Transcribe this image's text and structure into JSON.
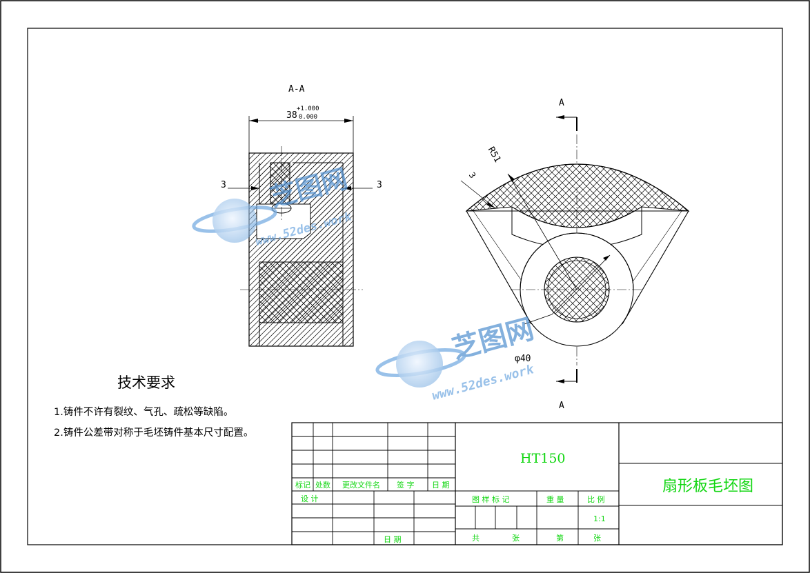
{
  "section": {
    "title": "A-A",
    "dim_width_base": "38",
    "dim_tol_upper": "+1.000",
    "dim_tol_lower": "0.000",
    "dim_left": "3",
    "dim_right": "3"
  },
  "sector": {
    "cut_label_top": "A",
    "cut_label_bottom": "A",
    "radius_label": "R51",
    "offset_label": "3",
    "diameter_label": "φ40"
  },
  "watermark": {
    "brand": "芝图网",
    "url": "www.52des.work"
  },
  "tech_req": {
    "title": "技术要求",
    "items": [
      "1.铸件不许有裂纹、气孔、疏松等缺陷。",
      "2.铸件公差带对称于毛坯铸件基本尺寸配置。"
    ]
  },
  "title_block": {
    "material": "HT150",
    "drawing_title": "扇形板毛坯图",
    "rev_headers": [
      "标记",
      "处数",
      "更改文件名",
      "签  字",
      "日 期"
    ],
    "design_label": "设  计",
    "date_label": "日  期",
    "stage_label": "图 样 标 记",
    "weight_label": "重  量",
    "scale_label": "比  例",
    "scale_value": "1:1",
    "total_label": "共",
    "sheet_unit": "张",
    "sheet_no_label": "第",
    "sheet_no_unit": "张"
  },
  "colors": {
    "line": "#000000",
    "title_text": "#11d611",
    "watermark": "#6fa8e0"
  }
}
